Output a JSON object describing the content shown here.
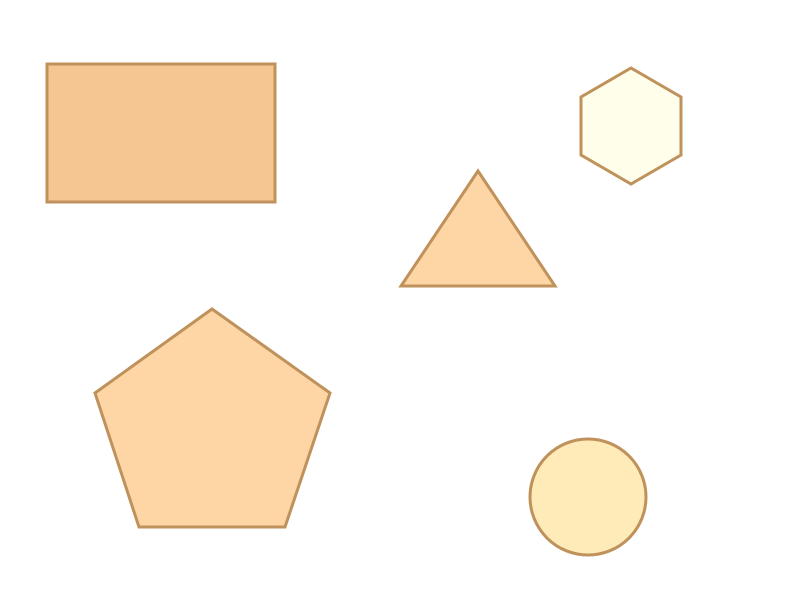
{
  "colors": {
    "background": "#ffffff",
    "stroke": "#bf915b"
  },
  "shapes": [
    {
      "name": "rectangle",
      "fill": "#f5c592"
    },
    {
      "name": "triangle",
      "fill": "#fed6a5"
    },
    {
      "name": "hexagon",
      "fill": "#fefeea"
    },
    {
      "name": "pentagon",
      "fill": "#fed6a5"
    },
    {
      "name": "circle",
      "fill": "#feebb8"
    }
  ]
}
